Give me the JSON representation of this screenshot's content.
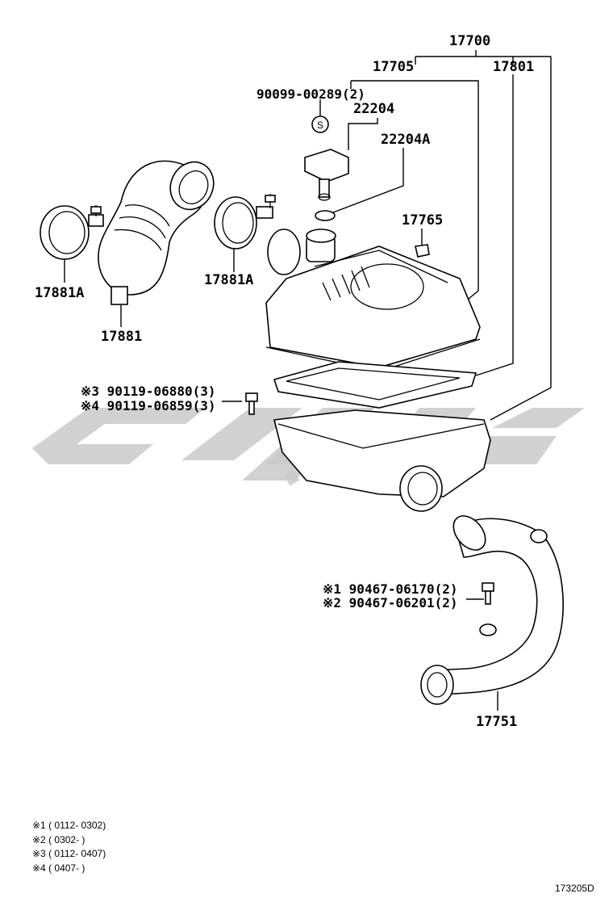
{
  "watermark": {
    "label": "",
    "color": "#c9c9c9"
  },
  "callouts": {
    "p17700": "17700",
    "p17705": "17705",
    "p17801": "17801",
    "p90099": "90099-00289(2)",
    "p22204": "22204",
    "s_mark": "S",
    "p22204A": "22204A",
    "p17765": "17765",
    "p17881A_left": "17881A",
    "p17881A_right": "17881A",
    "p17881": "17881",
    "p90119a": "※3 90119-06880(3)",
    "p90119b": "※4 90119-06859(3)",
    "p90467a": "※1 90467-06170(2)",
    "p90467b": "※2 90467-06201(2)",
    "p17751": "17751"
  },
  "notes": [
    "※1 ( 0112- 0302)",
    "※2 ( 0302-       )",
    "※3 ( 0112- 0407)",
    "※4 ( 0407-       )"
  ],
  "figure_ref": "173205D"
}
